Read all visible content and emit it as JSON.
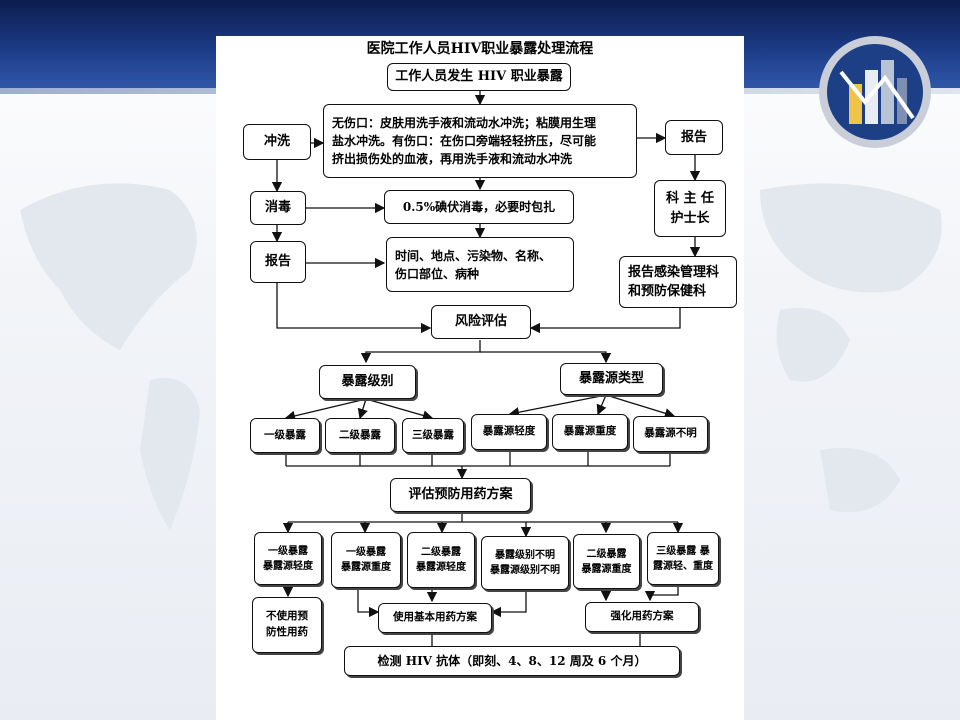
{
  "title": "医院工作人员HIV职业暴露处理流程",
  "nodes": {
    "start": "工作人员发生 HIV 职业暴露",
    "flush": "冲洗",
    "wound_line1": "无伤口：皮肤用洗手液和流动水冲洗；粘膜用生理",
    "wound_line2": "盐水冲洗。有伤口：在伤口旁端轻轻挤压，尽可能",
    "wound_line3": "挤出损伤处的血液，再用洗手液和流动水冲洗",
    "report_right": "报告",
    "disinfect": "消毒",
    "iodine": "0.5%碘伏消毒，必要时包扎",
    "dept_head_line1": "科 主 任",
    "dept_head_line2": "护士长",
    "report_left": "报告",
    "record_line1": "时间、地点、污染物、名称、",
    "record_line2": "伤口部位、病种",
    "infection_dept_line1": "报告感染管理科",
    "infection_dept_line2": "和预防保健科",
    "risk": "风险评估",
    "level": "暴露级别",
    "source": "暴露源类型",
    "level1": "一级暴露",
    "level2": "二级暴露",
    "level3": "三级暴露",
    "src_mild": "暴露源轻度",
    "src_severe": "暴露源重度",
    "src_unknown": "暴露源不明",
    "evaluate": "评估预防用药方案",
    "c1_l1": "一级暴露",
    "c1_l2": "暴露源轻度",
    "c2_l1": "一级暴露",
    "c2_l2": "暴露源重度",
    "c3_l1": "二级暴露",
    "c3_l2": "暴露源轻度",
    "c4_l1": "暴露级别不明",
    "c4_l2": "暴露源级别不明",
    "c5_l1": "二级暴露",
    "c5_l2": "暴露源重度",
    "c6_l1": "三级暴露 暴",
    "c6_l2": "露源轻、重度",
    "no_med_l1": "不使用预",
    "no_med_l2": "防性用药",
    "basic": "使用基本用药方案",
    "enhanced": "强化用药方案",
    "test": "检测 HIV 抗体（即刻、4、8、12 周及 6 个月）"
  },
  "colors": {
    "banner": "#1c3b86",
    "line": "#111111"
  }
}
